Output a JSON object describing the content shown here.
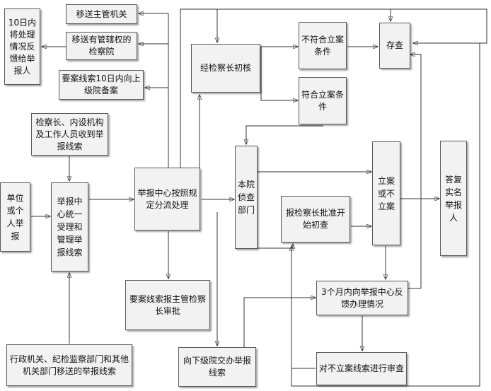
{
  "nodes": {
    "feedback10": "10日内将处理情况反馈给举报人",
    "transfer_superior": "移送主管机关",
    "transfer_procuratorate": "移送有管辖权的检察院",
    "file_upper": "要案线索10日内向上级院备案",
    "chief_receive": "检察长、内设机构及工作人员收到举报线索",
    "unit_person": "单位或个人举报",
    "center_accept": "举报中心统一受理和管理举报线索",
    "other_agencies": "行政机关、纪检监察部门和其他机关部门移送的举报线索",
    "center_distribute": "举报中心按照规定分流处理",
    "report_chief": "要案线索报主管检察长审批",
    "lower_court": "向下级院交办举报线索",
    "prelim_review": "经检察长初核",
    "not_meet": "不符合立案条件",
    "meet": "符合立案条件",
    "archive": "存查",
    "investigation": "本院侦查部门",
    "approve_prelim": "报检察长批准开始初查",
    "file_or_not": "立案或不立案",
    "feedback3m": "3个月内向举报中心反馈办理情况",
    "review_unfiled": "对不立案线索进行审查",
    "reply_real_name": "答复实名举报人"
  }
}
